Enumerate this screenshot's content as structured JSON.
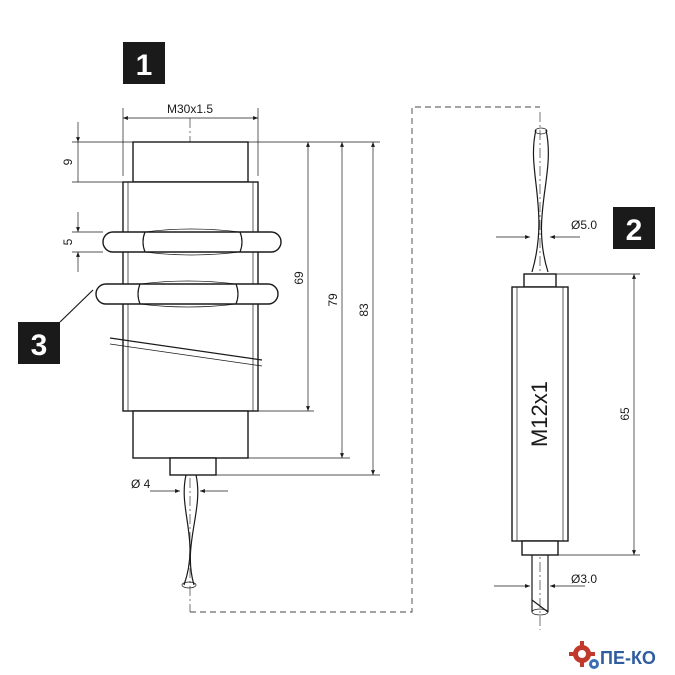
{
  "labels": {
    "badge_1": "1",
    "badge_2": "2",
    "badge_3": "3"
  },
  "dimensions": {
    "thread_main": "M30x1.5",
    "dim_9": "9",
    "dim_5": "5",
    "dim_69": "69",
    "dim_79": "79",
    "dim_83": "83",
    "dia_4": "Ø 4",
    "dia_5": "Ø5.0",
    "thread_connector": "M12x1",
    "dim_65": "65",
    "dia_3": "Ø3.0"
  },
  "logo": {
    "text": "ПЕ-КО",
    "color": "#2f5d9e",
    "gear_color": "#c0392b"
  },
  "colors": {
    "ink": "#1a1a1a",
    "badge_bg": "#1a1a1a"
  }
}
